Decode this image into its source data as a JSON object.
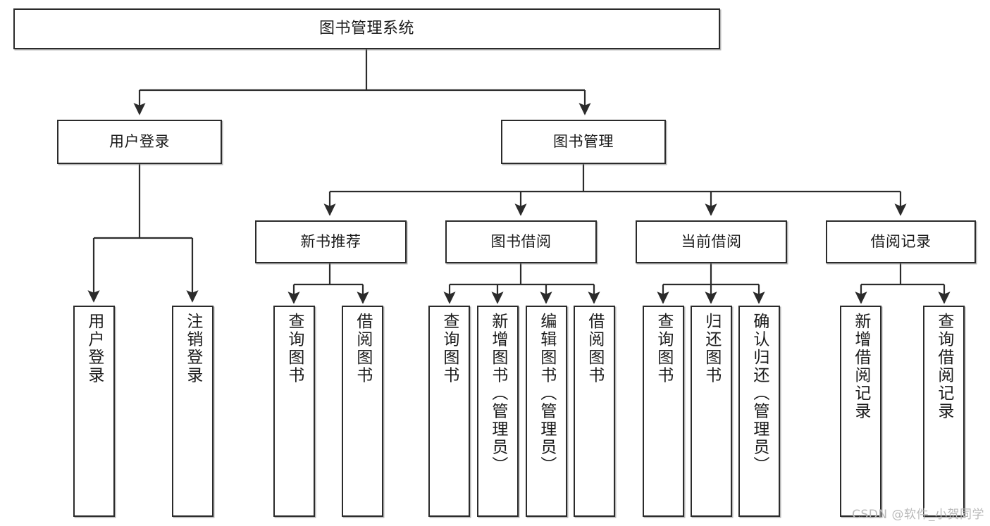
{
  "diagram": {
    "title": "图书管理系统",
    "watermark": "CSDN @软件_小贺同学",
    "nodes": {
      "root": "图书管理系统",
      "level2": {
        "user_login": "用户登录",
        "book_manage": "图书管理"
      },
      "level3": {
        "new_book_rec": "新书推荐",
        "book_borrow": "图书借阅",
        "current_borrow": "当前借阅",
        "borrow_record": "借阅记录"
      },
      "leaves": {
        "user_login_leaf": "用户登录",
        "logout_leaf": "注销登录",
        "rec_query_book": "查询图书",
        "rec_borrow_book": "借阅图书",
        "bb_query_book": "查询图书",
        "bb_add_book": "新增图书（管理员）",
        "bb_edit_book": "编辑图书（管理员）",
        "bb_borrow_book": "借阅图书",
        "cb_query_book": "查询图书",
        "cb_return_book": "归还图书",
        "cb_confirm_return": "确认归还（管理员）",
        "br_add_record": "新增借阅记录",
        "br_query_record": "查询借阅记录"
      }
    },
    "colors": {
      "stroke": "#2b2b2b",
      "fill": "#ffffff",
      "text": "#1a1a1a",
      "watermark": "#b9b9b9"
    }
  }
}
